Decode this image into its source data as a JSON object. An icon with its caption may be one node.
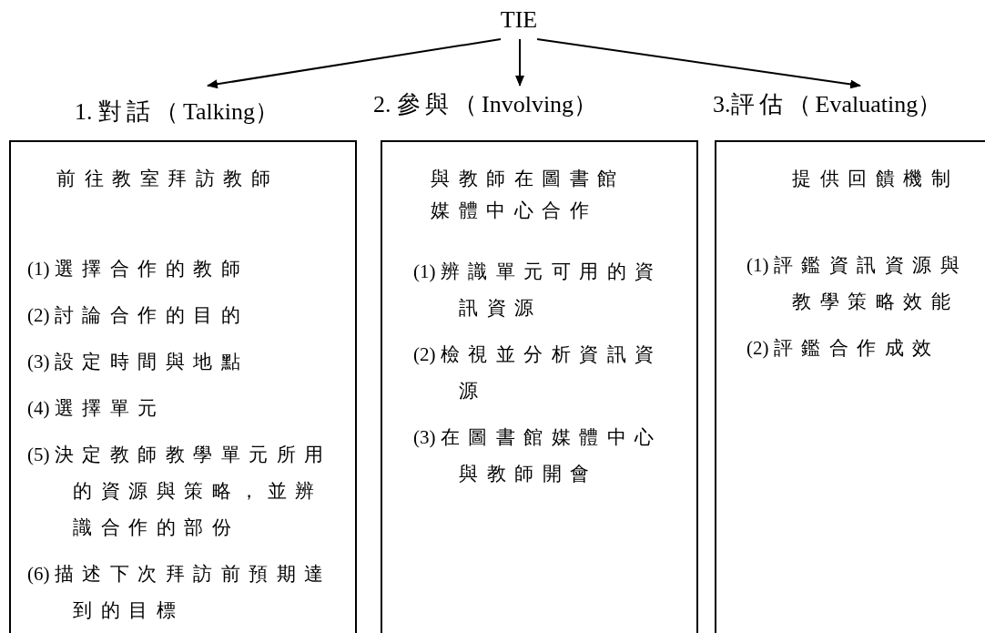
{
  "diagram": {
    "nodes": [
      {
        "text": [
          "TIE"
        ]
      },
      {
        "text": [
          "1. 對話（Talking）",
          "前往教室拜訪教師",
          "(1) 選擇合作的教師",
          "(2) 討論合作的目的",
          "(3) 設定時間與地點",
          "(4) 選擇單元",
          "(5) 決定教師教學單元所用的資源與策略，並辨識合作的部份",
          "(6) 描述下次拜訪前預期達到的目標"
        ]
      },
      {
        "text": [
          "2. 參與（Involving）",
          "與教師在圖書館媒體中心合作",
          "(1) 辨識單元可用的資訊資源",
          "(2) 檢視並分析資訊資源",
          "(3) 在圖書館媒體中心與教師開會"
        ]
      },
      {
        "text": [
          "3.評估（Evaluating）",
          "提供回饋機制",
          "(1) 評鑑資訊資源與教學策略效能",
          "(2) 評鑑合作成效"
        ]
      }
    ],
    "edges": [
      {
        "from": 0,
        "to": 1,
        "arrow": "to"
      },
      {
        "from": 0,
        "to": 2,
        "arrow": "to"
      },
      {
        "from": 0,
        "to": 3,
        "arrow": "to"
      }
    ]
  }
}
